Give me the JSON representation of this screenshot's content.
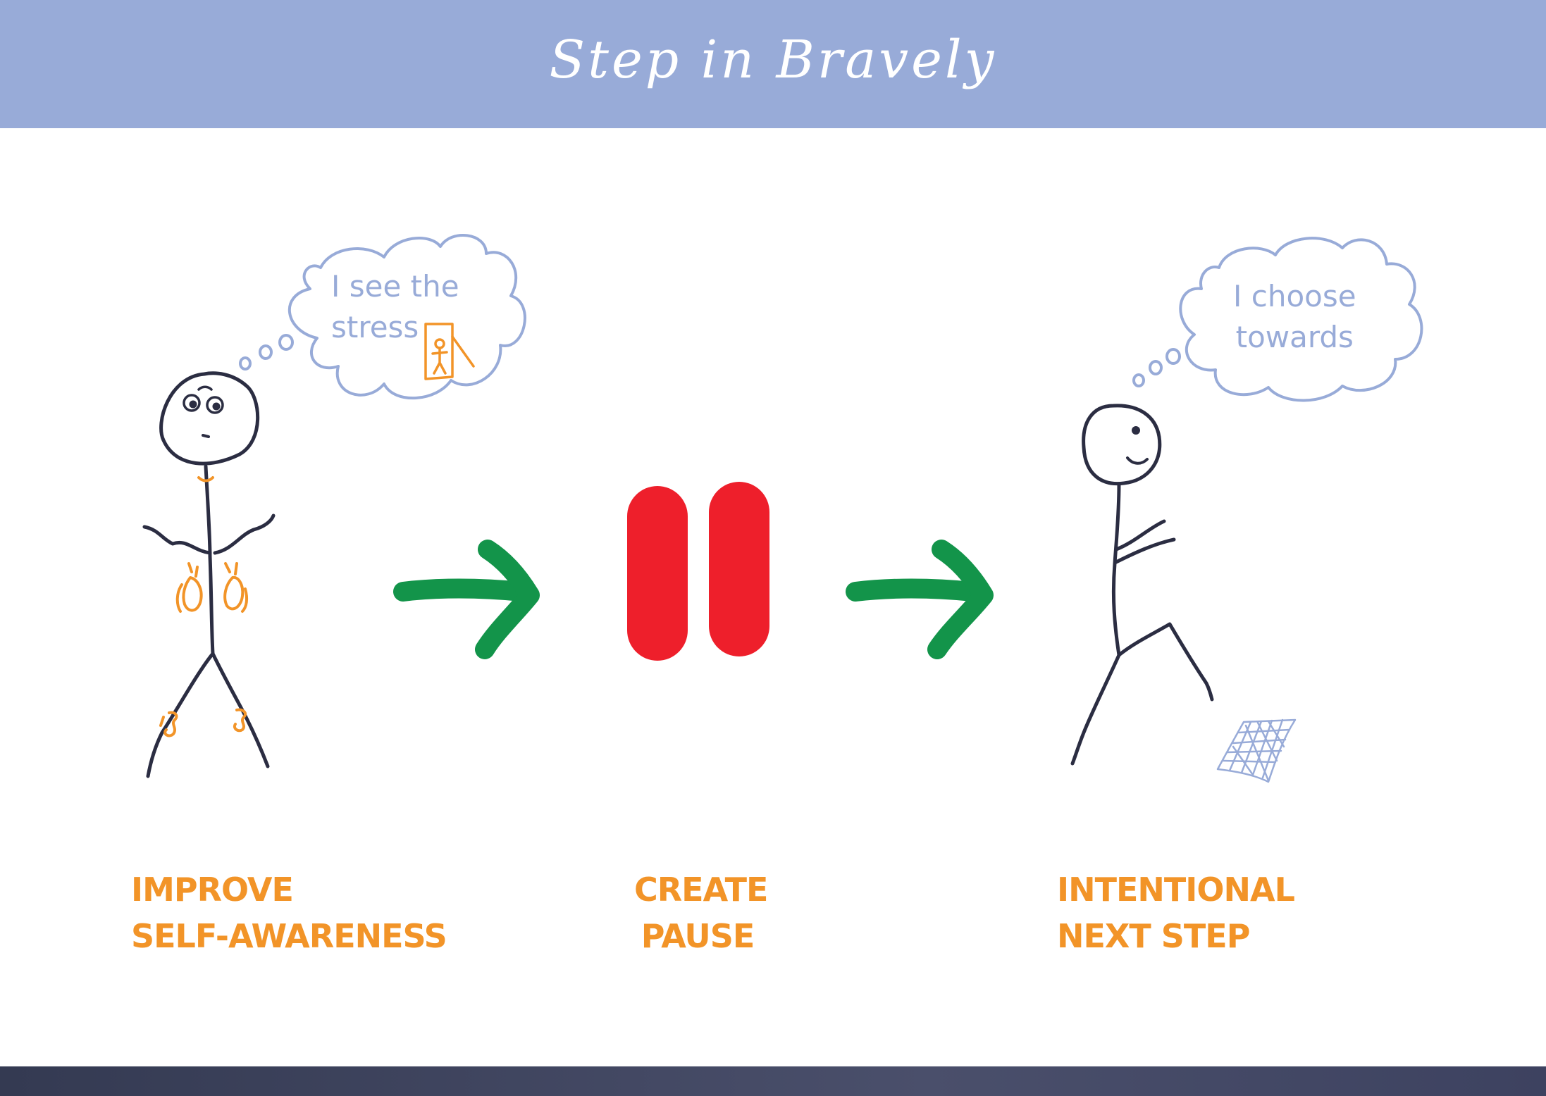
{
  "header": {
    "title": "Step in Bravely"
  },
  "steps": [
    {
      "line1": "IMPROVE",
      "line2": "SELF-AWARENESS"
    },
    {
      "line1": "CREATE",
      "line2": "PAUSE"
    },
    {
      "line1": "INTENTIONAL",
      "line2": "NEXT STEP"
    }
  ],
  "thoughts": [
    {
      "line1": "I see the",
      "line2": "stress"
    },
    {
      "line1": "I choose",
      "line2": "towards"
    }
  ],
  "colors": {
    "header": "#98abd8",
    "label": "#f29428",
    "arrow": "#13944a",
    "pause": "#ee1f2b",
    "figure": "#2b2d42",
    "stress": "#f29428",
    "thought": "#98abd8"
  }
}
